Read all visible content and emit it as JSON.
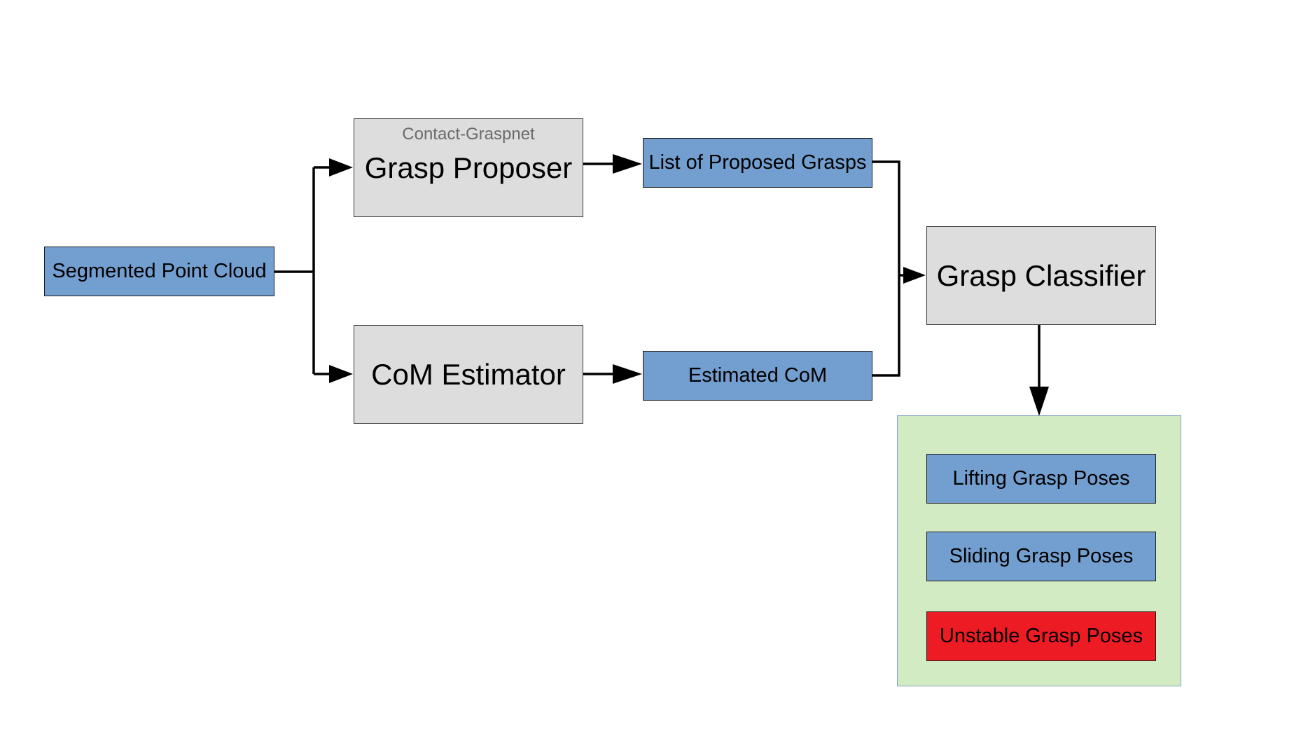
{
  "nodes": {
    "segmented_point_cloud": "Segmented Point Cloud",
    "grasp_proposer": "Grasp Proposer",
    "grasp_proposer_sublabel": "Contact-Graspnet",
    "com_estimator": "CoM Estimator",
    "list_of_proposed_grasps": "List of Proposed Grasps",
    "estimated_com": "Estimated CoM",
    "grasp_classifier": "Grasp Classifier"
  },
  "output_group": {
    "items": [
      {
        "label": "Lifting Grasp Poses",
        "color": "#729fcf"
      },
      {
        "label": "Sliding Grasp Poses",
        "color": "#729fcf"
      },
      {
        "label": "Unstable Grasp Poses",
        "color": "#ed1c24"
      }
    ],
    "fill": "#d3ebc2"
  },
  "colors": {
    "data_box": "#729fcf",
    "module_box": "#dddddd",
    "arrow": "#000000"
  }
}
